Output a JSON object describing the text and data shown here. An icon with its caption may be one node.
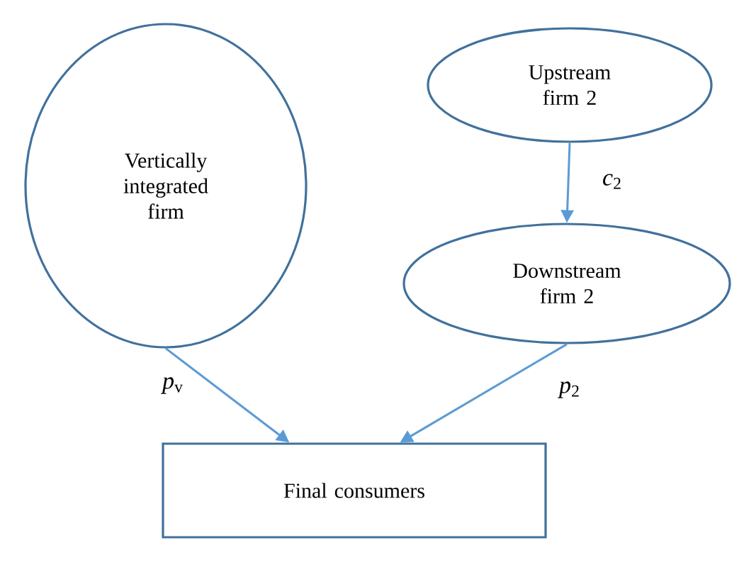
{
  "diagram": {
    "nodes": [
      {
        "text": [
          "Vertically integrated firm"
        ]
      },
      {
        "text": [
          "Upstream firm 2"
        ]
      },
      {
        "text": [
          "Downstream firm 2"
        ]
      },
      {
        "text": [
          "Final consumers"
        ]
      }
    ],
    "edges": [
      {
        "from": 1,
        "to": 2,
        "arrow": "to",
        "label": "*c*$_{2}$"
      },
      {
        "from": 0,
        "to": 3,
        "arrow": "to",
        "label": "*p*$_{v}$"
      },
      {
        "from": 2,
        "to": 3,
        "arrow": "to",
        "label": "*p*$_{2}$"
      }
    ]
  }
}
